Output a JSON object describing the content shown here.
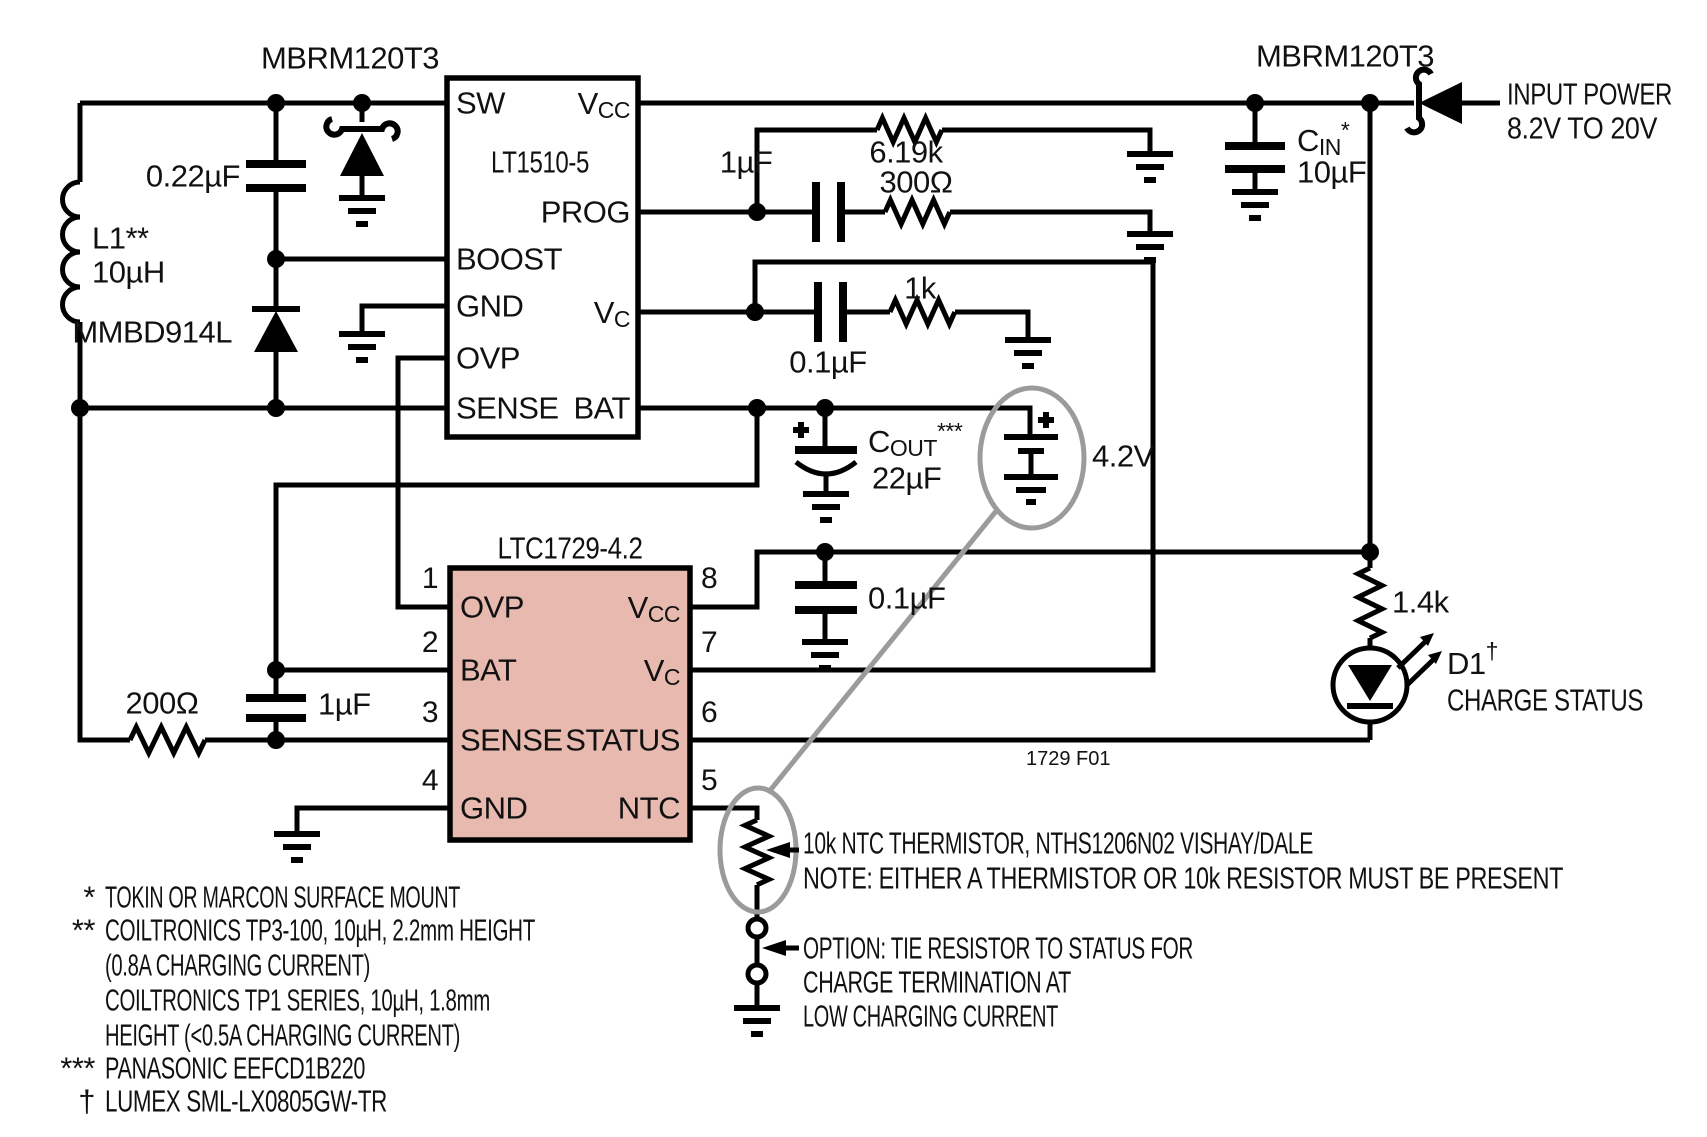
{
  "colors": {
    "chip_fill": "#e7b9af",
    "annotation_gray": "#9b9b9b",
    "wire": "#000000",
    "background": "#ffffff"
  },
  "lt1510": {
    "title": "LT1510-5",
    "pin_sw": "SW",
    "pin_boost": "BOOST",
    "pin_gnd": "GND",
    "pin_ovp": "OVP",
    "pin_sense": "SENSE",
    "pin_vcc_main": "V",
    "pin_vcc_sub": "CC",
    "pin_prog": "PROG",
    "pin_vc_main": "V",
    "pin_vc_sub": "C",
    "pin_bat": "BAT"
  },
  "ltc1729": {
    "title": "LTC1729-4.2",
    "pin_ovp": "OVP",
    "pin_bat": "BAT",
    "pin_sense": "SENSE",
    "pin_gnd": "GND",
    "pin_vcc_main": "V",
    "pin_vcc_sub": "CC",
    "pin_vc_main": "V",
    "pin_vc_sub": "C",
    "pin_status": "STATUS",
    "pin_ntc": "NTC",
    "num1": "1",
    "num2": "2",
    "num3": "3",
    "num4": "4",
    "num5": "5",
    "num6": "6",
    "num7": "7",
    "num8": "8"
  },
  "components": {
    "diode_top_left": "MBRM120T3",
    "diode_top_right": "MBRM120T3",
    "c_boost": "0.22µF",
    "l1_name": "L1**",
    "l1_value": "10µH",
    "d_boost": "MMBD914L",
    "c_prog": "1µF",
    "r_prog": "300Ω",
    "r_619k": "6.19k",
    "c_vc": "0.1µF",
    "r_1k": "1k",
    "c_out_main": "C",
    "c_out_sub": "OUT",
    "c_out_sup": "***",
    "c_out_value": "22µF",
    "c_out_plus": "+",
    "battery_plus": "+",
    "battery_voltage": "4.2V",
    "c_in_main": "C",
    "c_in_sub": "IN",
    "c_in_sup": "*",
    "c_in_value": "10µF",
    "c_vcc2": "0.1µF",
    "r_14k": "1.4k",
    "r_200": "200Ω",
    "c_1uf": "1µF",
    "led_name": "D1",
    "led_sup": "†",
    "led_label": "CHARGE STATUS"
  },
  "annotations": {
    "input_power_1": "INPUT POWER",
    "input_power_2": "8.2V TO 20V",
    "fig_id": "1729 F01",
    "ntc_note_1": "10k NTC THERMISTOR, NTHS1206N02 VISHAY/DALE",
    "ntc_note_2": "NOTE: EITHER A THERMISTOR OR 10k RESISTOR MUST BE PRESENT",
    "option_note_1": "OPTION: TIE RESISTOR TO STATUS FOR",
    "option_note_2": "CHARGE TERMINATION AT",
    "option_note_3": "LOW CHARGING CURRENT"
  },
  "footnotes": {
    "m1": "*",
    "t1": "TOKIN OR MARCON SURFACE MOUNT",
    "m2": "**",
    "t2": "COILTRONICS TP3-100, 10µH, 2.2mm HEIGHT",
    "t3": "(0.8A CHARGING CURRENT)",
    "t4": "COILTRONICS TP1 SERIES, 10µH, 1.8mm",
    "t5": "HEIGHT (<0.5A CHARGING CURRENT)",
    "m3": "***",
    "t6": "PANASONIC EEFCD1B220",
    "m4": "†",
    "t7": "LUMEX SML-LX0805GW-TR"
  }
}
